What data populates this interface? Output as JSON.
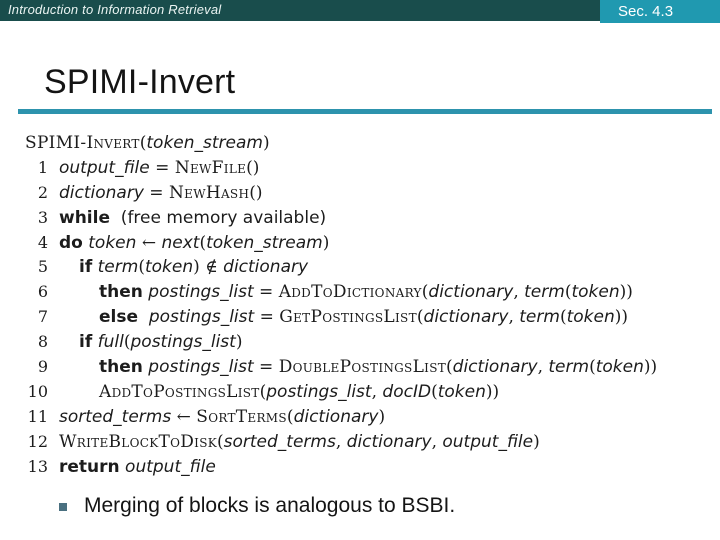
{
  "header_bar": {
    "course_title": "Introduction to Information Retrieval",
    "section_label": "Sec. 4.3"
  },
  "slide": {
    "title": "SPIMI-Invert",
    "bullet_text": "Merging of blocks is analogous to BSBI."
  },
  "colors": {
    "top_bar": "#194d4c",
    "section_box": "#2099b0",
    "title_underline": "#2d93ad",
    "bullet_marker": "#4a7080",
    "code_text": "#1c1c1c"
  },
  "code": {
    "procedure_name": "SPIMI-Invert(token_stream)",
    "segment_types": {
      "k": "keyword",
      "v": "variable-italic",
      "sc": "small-caps-call",
      "p": "plain-serif",
      "t": "plain-sans"
    },
    "lines": [
      {
        "num": null,
        "indent": 0,
        "segments": [
          [
            "sc",
            "SPIMI-Invert"
          ],
          [
            "p",
            "("
          ],
          [
            "v",
            "token_stream"
          ],
          [
            "p",
            ")"
          ]
        ]
      },
      {
        "num": "1",
        "indent": 0,
        "segments": [
          [
            "v",
            "output_file"
          ],
          [
            "p",
            " = "
          ],
          [
            "sc",
            "NewFile"
          ],
          [
            "p",
            "()"
          ]
        ]
      },
      {
        "num": "2",
        "indent": 0,
        "segments": [
          [
            "v",
            "dictionary"
          ],
          [
            "p",
            " = "
          ],
          [
            "sc",
            "NewHash"
          ],
          [
            "p",
            "()"
          ]
        ]
      },
      {
        "num": "3",
        "indent": 0,
        "segments": [
          [
            "k",
            "while"
          ],
          [
            "t",
            "  (free memory available)"
          ]
        ]
      },
      {
        "num": "4",
        "indent": 0,
        "segments": [
          [
            "k",
            "do"
          ],
          [
            "p",
            " "
          ],
          [
            "v",
            "token"
          ],
          [
            "p",
            " ← "
          ],
          [
            "v",
            "next"
          ],
          [
            "p",
            "("
          ],
          [
            "v",
            "token_stream"
          ],
          [
            "p",
            ")"
          ]
        ]
      },
      {
        "num": "5",
        "indent": 1,
        "segments": [
          [
            "k",
            "if"
          ],
          [
            "p",
            " "
          ],
          [
            "v",
            "term"
          ],
          [
            "p",
            "("
          ],
          [
            "v",
            "token"
          ],
          [
            "p",
            ") ∉ "
          ],
          [
            "v",
            "dictionary"
          ]
        ]
      },
      {
        "num": "6",
        "indent": 2,
        "segments": [
          [
            "k",
            "then"
          ],
          [
            "p",
            " "
          ],
          [
            "v",
            "postings_list"
          ],
          [
            "p",
            " = "
          ],
          [
            "sc",
            "AddToDictionary"
          ],
          [
            "p",
            "("
          ],
          [
            "v",
            "dictionary"
          ],
          [
            "p",
            ", "
          ],
          [
            "v",
            "term"
          ],
          [
            "p",
            "("
          ],
          [
            "v",
            "token"
          ],
          [
            "p",
            "))"
          ]
        ]
      },
      {
        "num": "7",
        "indent": 2,
        "segments": [
          [
            "k",
            "else"
          ],
          [
            "p",
            "  "
          ],
          [
            "v",
            "postings_list"
          ],
          [
            "p",
            " = "
          ],
          [
            "sc",
            "GetPostingsList"
          ],
          [
            "p",
            "("
          ],
          [
            "v",
            "dictionary"
          ],
          [
            "p",
            ", "
          ],
          [
            "v",
            "term"
          ],
          [
            "p",
            "("
          ],
          [
            "v",
            "token"
          ],
          [
            "p",
            "))"
          ]
        ]
      },
      {
        "num": "8",
        "indent": 1,
        "segments": [
          [
            "k",
            "if"
          ],
          [
            "p",
            " "
          ],
          [
            "v",
            "full"
          ],
          [
            "p",
            "("
          ],
          [
            "v",
            "postings_list"
          ],
          [
            "p",
            ")"
          ]
        ]
      },
      {
        "num": "9",
        "indent": 2,
        "segments": [
          [
            "k",
            "then"
          ],
          [
            "p",
            " "
          ],
          [
            "v",
            "postings_list"
          ],
          [
            "p",
            " = "
          ],
          [
            "sc",
            "DoublePostingsList"
          ],
          [
            "p",
            "("
          ],
          [
            "v",
            "dictionary"
          ],
          [
            "p",
            ", "
          ],
          [
            "v",
            "term"
          ],
          [
            "p",
            "("
          ],
          [
            "v",
            "token"
          ],
          [
            "p",
            "))"
          ]
        ]
      },
      {
        "num": "10",
        "indent": 2,
        "segments": [
          [
            "sc",
            "AddToPostingsList"
          ],
          [
            "p",
            "("
          ],
          [
            "v",
            "postings_list"
          ],
          [
            "p",
            ", "
          ],
          [
            "v",
            "docID"
          ],
          [
            "p",
            "("
          ],
          [
            "v",
            "token"
          ],
          [
            "p",
            "))"
          ]
        ]
      },
      {
        "num": "11",
        "indent": 0,
        "segments": [
          [
            "v",
            "sorted_terms"
          ],
          [
            "p",
            " ← "
          ],
          [
            "sc",
            "SortTerms"
          ],
          [
            "p",
            "("
          ],
          [
            "v",
            "dictionary"
          ],
          [
            "p",
            ")"
          ]
        ]
      },
      {
        "num": "12",
        "indent": 0,
        "segments": [
          [
            "sc",
            "WriteBlockToDisk"
          ],
          [
            "p",
            "("
          ],
          [
            "v",
            "sorted_terms"
          ],
          [
            "p",
            ", "
          ],
          [
            "v",
            "dictionary"
          ],
          [
            "p",
            ", "
          ],
          [
            "v",
            "output_file"
          ],
          [
            "p",
            ")"
          ]
        ]
      },
      {
        "num": "13",
        "indent": 0,
        "segments": [
          [
            "k",
            "return"
          ],
          [
            "p",
            " "
          ],
          [
            "v",
            "output_file"
          ]
        ]
      }
    ]
  }
}
